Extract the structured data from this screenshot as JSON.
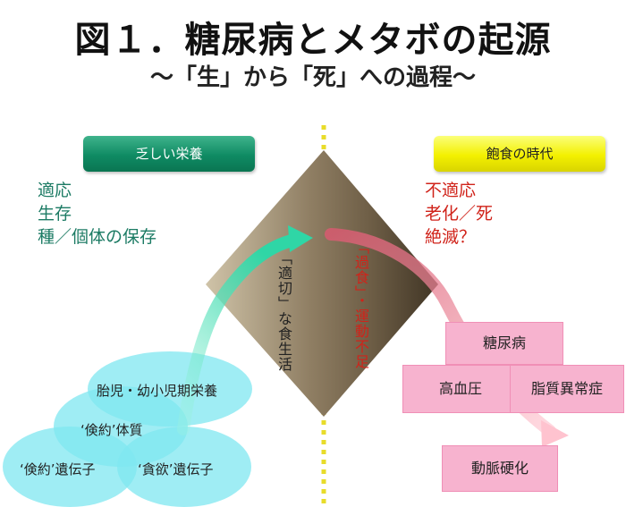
{
  "title": "図１．糖尿病とメタボの起源",
  "subtitle": "～「生」から「死」への過程～",
  "left": {
    "header": "乏しい栄養",
    "items": [
      "適応",
      "生存",
      "種／個体の保存"
    ]
  },
  "right": {
    "header": "飽食の時代",
    "items": [
      "不適応",
      "老化／死",
      "絶滅？"
    ]
  },
  "center": {
    "left_vertical": "「適切」な食生活",
    "right_vertical": "「過食」・運動不足"
  },
  "ovals": {
    "fetal": "胎児・幼小児期栄養",
    "constitution": "‘倹約’体質",
    "thrifty_gene": "‘倹約’遺伝子",
    "greed_gene": "‘貪欲’遺伝子"
  },
  "diseases": {
    "diabetes": "糖尿病",
    "hypertension": "高血圧",
    "dyslipidemia": "脂質異常症",
    "atherosclerosis": "動脈硬化"
  },
  "colors": {
    "left_accent": "#1c7b64",
    "right_accent": "#d0231a",
    "oval_fill": "#7fe7f0",
    "disease_fill": "#f7b3cf",
    "divider": "#e8dc2a"
  }
}
